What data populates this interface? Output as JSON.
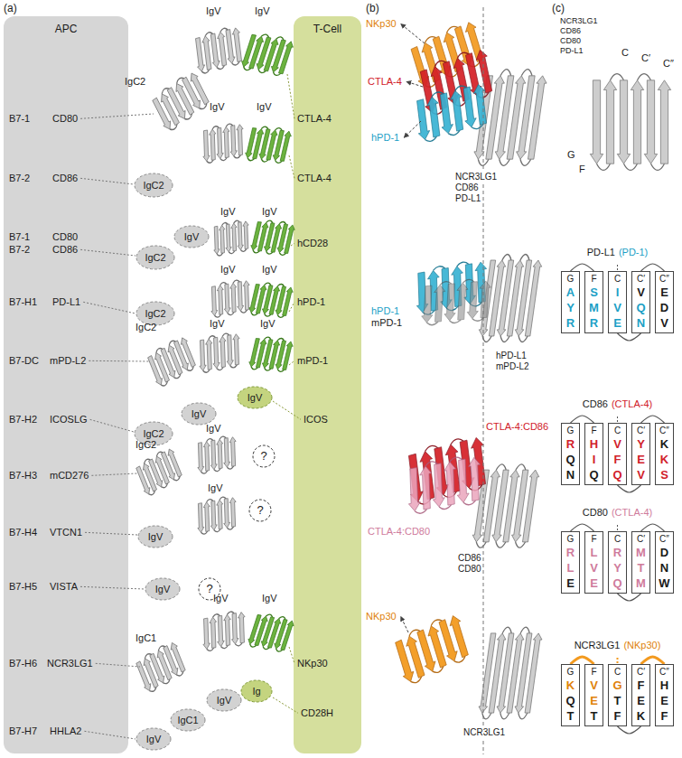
{
  "diagram": {
    "nodes": [
      {
        "text": [
          "APC"
        ]
      },
      {
        "text": [
          "T-Cell"
        ]
      },
      {
        "text": [
          "IgC2"
        ]
      },
      {
        "text": [
          "IgC2"
        ]
      },
      {
        "text": [
          "IgV"
        ]
      },
      {
        "text": [
          "IgC2"
        ]
      },
      {
        "text": [
          "IgC2"
        ]
      },
      {
        "text": [
          "IgV"
        ]
      },
      {
        "text": [
          "IgV"
        ]
      },
      {
        "text": [
          "?"
        ]
      },
      {
        "text": [
          "IgV"
        ]
      },
      {
        "text": [
          "?"
        ]
      },
      {
        "text": [
          "IgV"
        ]
      },
      {
        "text": [
          "?"
        ]
      },
      {
        "text": [
          "IgV"
        ]
      },
      {
        "text": [
          "IgC1"
        ]
      },
      {
        "text": [
          "IgV"
        ]
      },
      {
        "text": [
          "Ig"
        ]
      },
      {
        "text": [
          "G",
          "A",
          "Y",
          "R"
        ]
      },
      {
        "text": [
          "F",
          "S",
          "M",
          "R"
        ]
      },
      {
        "text": [
          "C",
          "I",
          "V",
          "E"
        ]
      },
      {
        "text": [
          "C′",
          "V",
          "Q",
          "N"
        ]
      },
      {
        "text": [
          "C″",
          "E",
          "D",
          "V"
        ]
      },
      {
        "text": [
          "G",
          "R",
          "Q",
          "N"
        ]
      },
      {
        "text": [
          "F",
          "H",
          "I",
          "Q"
        ]
      },
      {
        "text": [
          "C",
          "V",
          "F",
          "Q"
        ]
      },
      {
        "text": [
          "C′",
          "Y",
          "E",
          "V"
        ]
      },
      {
        "text": [
          "C″",
          "K",
          "K",
          "S"
        ]
      },
      {
        "text": [
          "G",
          "R",
          "L",
          "E"
        ]
      },
      {
        "text": [
          "F",
          "L",
          "V",
          "E"
        ]
      },
      {
        "text": [
          "C",
          "R",
          "Y",
          "Q"
        ]
      },
      {
        "text": [
          "C′",
          "M",
          "T",
          "M"
        ]
      },
      {
        "text": [
          "C″",
          "D",
          "N",
          "W"
        ]
      },
      {
        "text": [
          "G",
          "K",
          "Q",
          "T"
        ]
      },
      {
        "text": [
          "F",
          "V",
          "E",
          "T"
        ]
      },
      {
        "text": [
          "C",
          "G",
          "T",
          "F"
        ]
      },
      {
        "text": [
          "C′",
          "F",
          "E",
          "K"
        ]
      },
      {
        "text": [
          "C″",
          "H",
          "E",
          "F"
        ]
      }
    ],
    "edges": [
      {
        "from": 18,
        "to": 19,
        "arrow": "none"
      },
      {
        "from": 20,
        "to": 21,
        "arrow": "none"
      },
      {
        "from": 21,
        "to": 22,
        "arrow": "none"
      },
      {
        "from": 23,
        "to": 24,
        "arrow": "none"
      },
      {
        "from": 25,
        "to": 26,
        "arrow": "none"
      },
      {
        "from": 26,
        "to": 27,
        "arrow": "none"
      },
      {
        "from": 28,
        "to": 29,
        "arrow": "none"
      },
      {
        "from": 30,
        "to": 31,
        "arrow": "none"
      },
      {
        "from": 31,
        "to": 32,
        "arrow": "none"
      },
      {
        "from": 33,
        "to": 34,
        "arrow": "none"
      },
      {
        "from": 35,
        "to": 36,
        "arrow": "none"
      },
      {
        "from": 36,
        "to": 37,
        "arrow": "none"
      }
    ],
    "labels": [
      "(a)",
      "B7-1",
      "CD80",
      "IgC2",
      "IgV",
      "IgV",
      "CTLA-4",
      "B7-2",
      "CD86",
      "IgV",
      "IgV",
      "CTLA-4",
      "B7-1",
      "B7-2",
      "CD80",
      "CD86",
      "IgV",
      "IgV",
      "hCD28",
      "B7-H1",
      "PD-L1",
      "IgV",
      "IgV",
      "hPD-1",
      "B7-DC",
      "mPD-L2",
      "IgC2",
      "IgV",
      "IgV",
      "mPD-1",
      "B7-H2",
      "ICOSLG",
      "ICOS",
      "B7-H3",
      "mCD276",
      "IgC2",
      "IgV",
      "B7-H4",
      "VTCN1",
      "IgV",
      "B7-H5",
      "VISTA",
      "B7-H6",
      "NCR3LG1",
      "IgC1",
      "IgV",
      "IgV",
      "NKp30",
      "B7-H7",
      "HHLA2",
      "CD28H",
      "(b)",
      "NKp30",
      "CTLA-4",
      "hPD-1",
      "NCR3LG1",
      "CD86",
      "PD-L1",
      "hPD-1",
      "mPD-1",
      "hPD-L1",
      "mPD-L2",
      "CTLA-4:CD86",
      "CTLA-4:CD80",
      "CD86",
      "CD80",
      "NKp30",
      "NCR3LG1",
      "(c)",
      "NCR3LG1",
      "CD86",
      "CD80",
      "PD-L1",
      "C",
      "C′",
      "C″",
      "G",
      "F",
      "PD-L1",
      "(PD-1)",
      "CD86",
      "(CTLA-4)",
      "CD80",
      "(CTLA-4)",
      "NCR3LG1",
      "(NKp30)"
    ]
  }
}
